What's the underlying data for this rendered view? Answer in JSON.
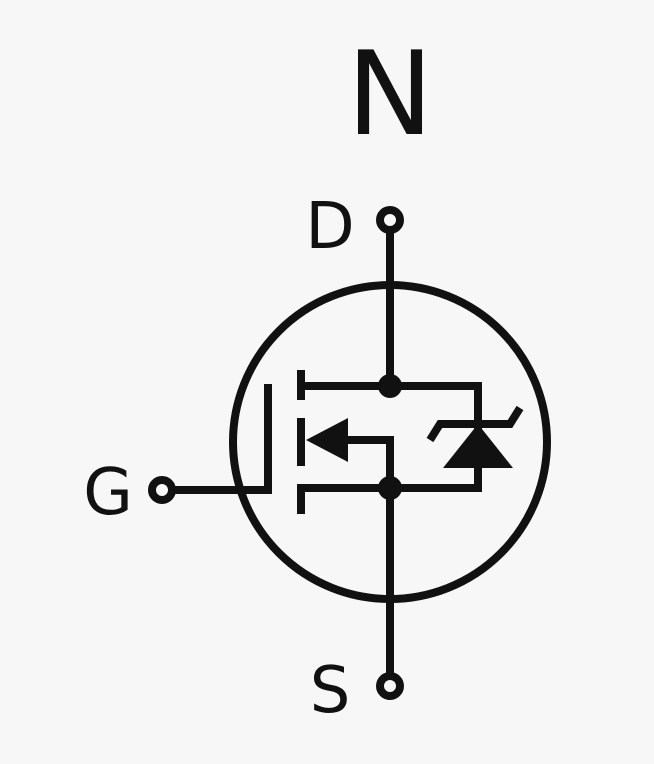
{
  "diagram": {
    "type_label": "N",
    "terminals": {
      "drain": "D",
      "gate": "G",
      "source": "S"
    },
    "stroke_color": "#111111",
    "background_color": "#f7f7f7"
  }
}
